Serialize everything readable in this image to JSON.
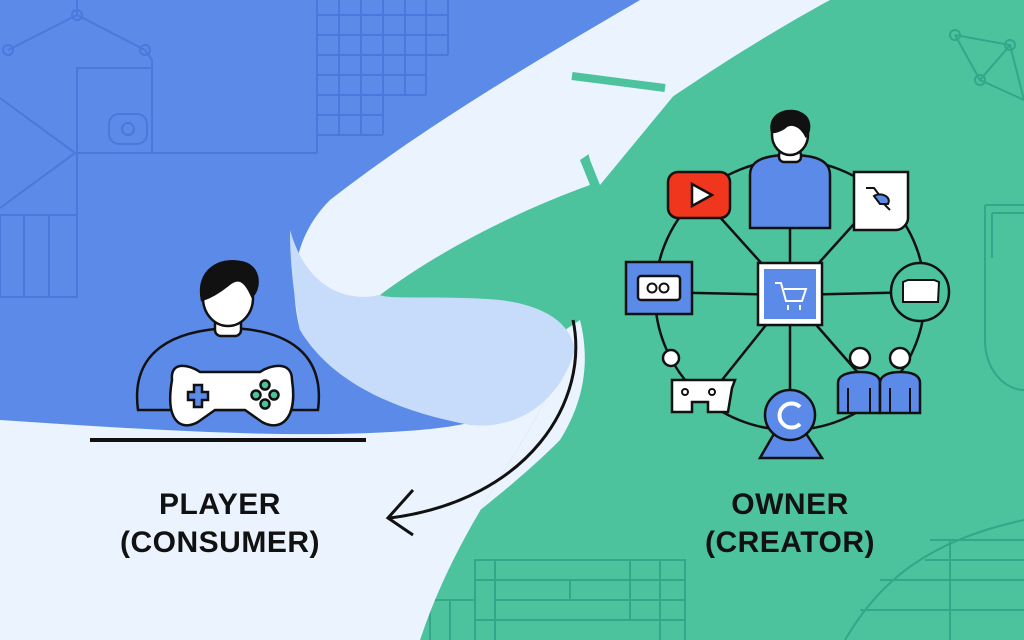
{
  "left_panel": {
    "role_line1": "PLAYER",
    "role_line2": "(CONSUMER)",
    "background_color": "#5b8ae9",
    "figure": "person-with-game-controller"
  },
  "right_panel": {
    "role_line1": "OWNER",
    "role_line2": "(CREATOR)",
    "background_color": "#4cc39c",
    "figure": "creator-hub-network",
    "hub_center_icon": "shopping-cart-icon",
    "hub_nodes": [
      "creator-person-icon",
      "video-play-icon",
      "design-tool-icon",
      "chat-window-icon",
      "banner-ribbon-icon",
      "chat-bot-icon",
      "webcam-icon",
      "community-users-icon"
    ]
  },
  "flow": {
    "upper_arrow": "player-to-owner-arrow",
    "lower_arrow": "owner-to-player-arrow",
    "ribbon_color": "#eaf3fe",
    "ribbon_shade_color": "#c6dcfa"
  },
  "colors": {
    "accent_blue": "#5b8ae9",
    "accent_green": "#4cc39c",
    "video_red": "#f0361c",
    "outline": "#111111"
  }
}
